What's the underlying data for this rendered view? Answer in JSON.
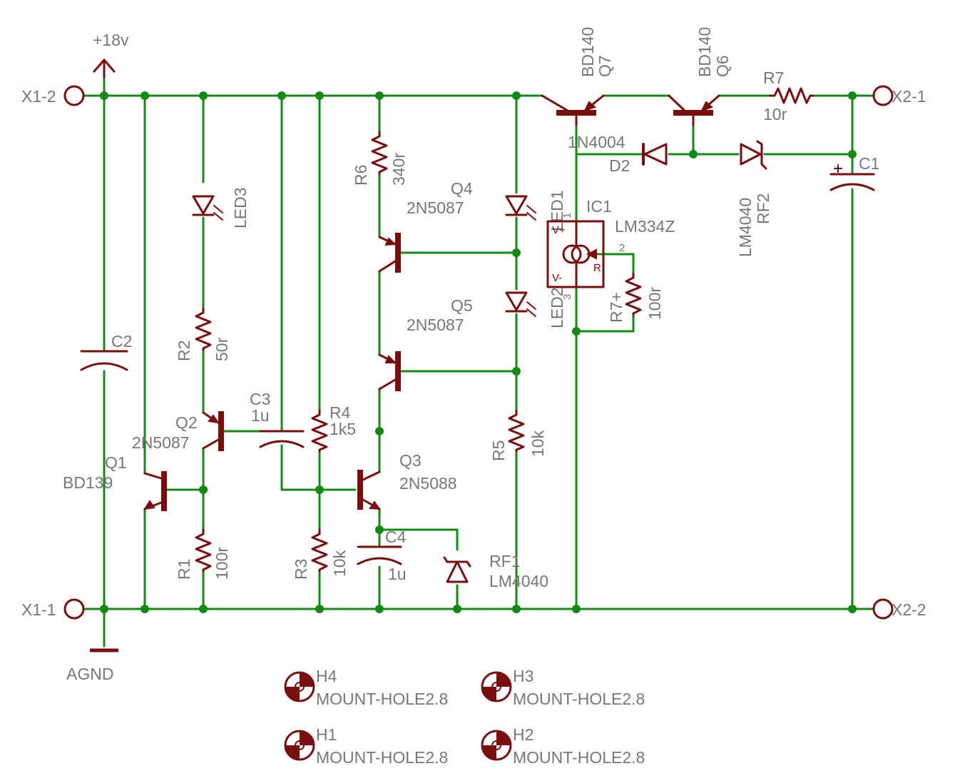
{
  "supply": {
    "label": "+18v"
  },
  "ground": {
    "label": "AGND"
  },
  "ports": {
    "x1_2": "X1-2",
    "x1_1": "X1-1",
    "x2_1": "X2-1",
    "x2_2": "X2-2"
  },
  "components": {
    "q1": {
      "ref": "Q1",
      "value": "BD139"
    },
    "q2": {
      "ref": "Q2",
      "value": "2N5087"
    },
    "q3": {
      "ref": "Q3",
      "value": "2N5088"
    },
    "q4": {
      "ref": "Q4",
      "value": "2N5087"
    },
    "q5": {
      "ref": "Q5",
      "value": "2N5087"
    },
    "q6": {
      "ref": "Q6",
      "value": "BD140"
    },
    "q7": {
      "ref": "Q7",
      "value": "BD140"
    },
    "r1": {
      "ref": "R1",
      "value": "100r"
    },
    "r2": {
      "ref": "R2",
      "value": "50r"
    },
    "r3": {
      "ref": "R3",
      "value": "10k"
    },
    "r4": {
      "ref": "R4",
      "value": "1k5"
    },
    "r5": {
      "ref": "R5",
      "value": "10k"
    },
    "r6": {
      "ref": "R6",
      "value": "340r"
    },
    "r7": {
      "ref": "R7",
      "value": "10r"
    },
    "r7plus": {
      "ref": "R7+",
      "value": "100r"
    },
    "c1": {
      "ref": "C1"
    },
    "c2": {
      "ref": "C2"
    },
    "c3": {
      "ref": "C3",
      "value": "1u"
    },
    "c4": {
      "ref": "C4",
      "value": "1u"
    },
    "d2": {
      "ref": "D2",
      "value": "1N4004"
    },
    "rf1": {
      "ref": "RF1",
      "value": "LM4040"
    },
    "rf2": {
      "ref": "RF2",
      "value": "LM4040"
    },
    "led1": {
      "ref": "LED1"
    },
    "led2": {
      "ref": "LED2"
    },
    "led3": {
      "ref": "LED3"
    },
    "ic1": {
      "ref": "IC1",
      "value": "LM334Z",
      "pin_vplus": "V+",
      "pin_vminus": "V-",
      "pin_r": "R",
      "pin1": "1",
      "pin2": "2",
      "pin3": "3"
    }
  },
  "holes": [
    {
      "ref": "H4",
      "value": "MOUNT-HOLE2.8"
    },
    {
      "ref": "H3",
      "value": "MOUNT-HOLE2.8"
    },
    {
      "ref": "H1",
      "value": "MOUNT-HOLE2.8"
    },
    {
      "ref": "H2",
      "value": "MOUNT-HOLE2.8"
    }
  ],
  "colors": {
    "wire": "#138a13",
    "symbol": "#7a0d0d",
    "label": "#777777",
    "background": "#ffffff"
  }
}
